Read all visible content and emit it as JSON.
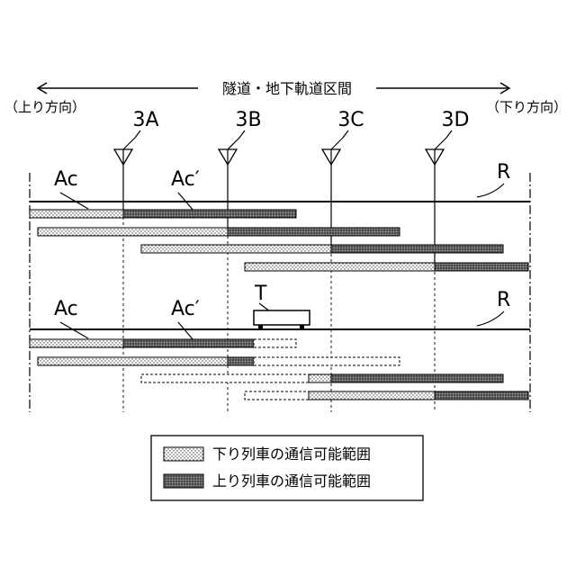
{
  "header": {
    "section_label": "隧道・地下軌道区間",
    "up_direction": "（上り方向）",
    "down_direction": "（下り方向）"
  },
  "antennas": [
    {
      "label": "3A"
    },
    {
      "label": "3B"
    },
    {
      "label": "3C"
    },
    {
      "label": "3D"
    }
  ],
  "upper_panel": {
    "label_ac": "Ac",
    "label_ac_prime": "Ac′",
    "label_rail": "R"
  },
  "lower_panel": {
    "label_ac": "Ac",
    "label_ac_prime": "Ac′",
    "label_rail": "R",
    "label_train": "T"
  },
  "legend": {
    "down_train_range": "下り列車の通信可能範囲",
    "up_train_range": "上り列車の通信可能範囲"
  }
}
